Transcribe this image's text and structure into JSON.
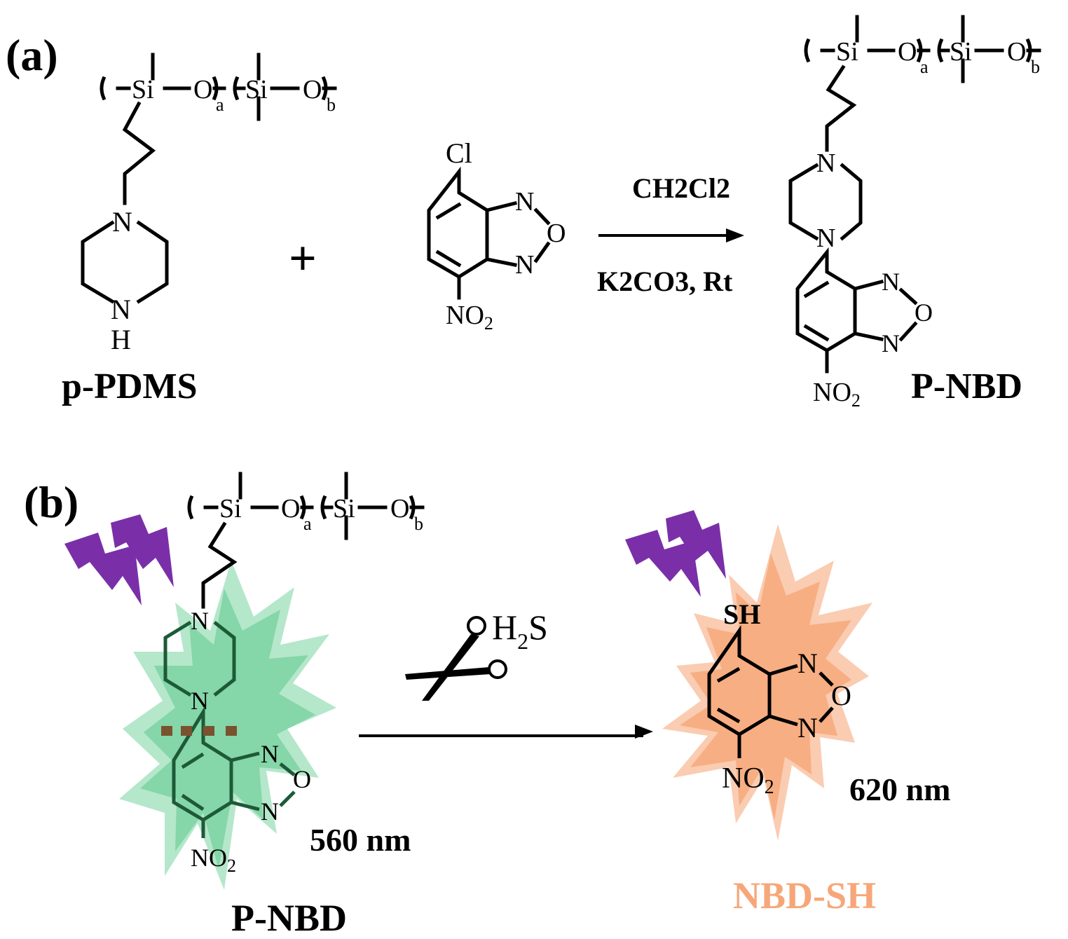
{
  "panel_a": {
    "label": "(a)",
    "reactant1_name": "p-PDMS",
    "plus": "+",
    "reactant2_substituents": {
      "top": "Cl",
      "bottom": "NO2"
    },
    "conditions_top": "CH2Cl2",
    "conditions_bottom": "K2CO3,  Rt",
    "product_name": "P-NBD"
  },
  "panel_b": {
    "label": "(b)",
    "reagent": "H2S",
    "start_name": "P-NBD",
    "start_emission": "560 nm",
    "end_name": "NBD-SH",
    "end_substituent_top": "SH",
    "end_emission": "620 nm"
  },
  "atoms": {
    "Si": "Si",
    "O": "O",
    "N": "N",
    "H": "H",
    "a": "a",
    "b": "b",
    "NO": "NO",
    "sub2": "2"
  },
  "colors": {
    "green_glow": "#5cc98c",
    "orange_glow": "#f59a63",
    "lightning": "#7a2fa8",
    "nbdsh_label": "#f6a77a",
    "cut_mark": "#7a5230"
  }
}
